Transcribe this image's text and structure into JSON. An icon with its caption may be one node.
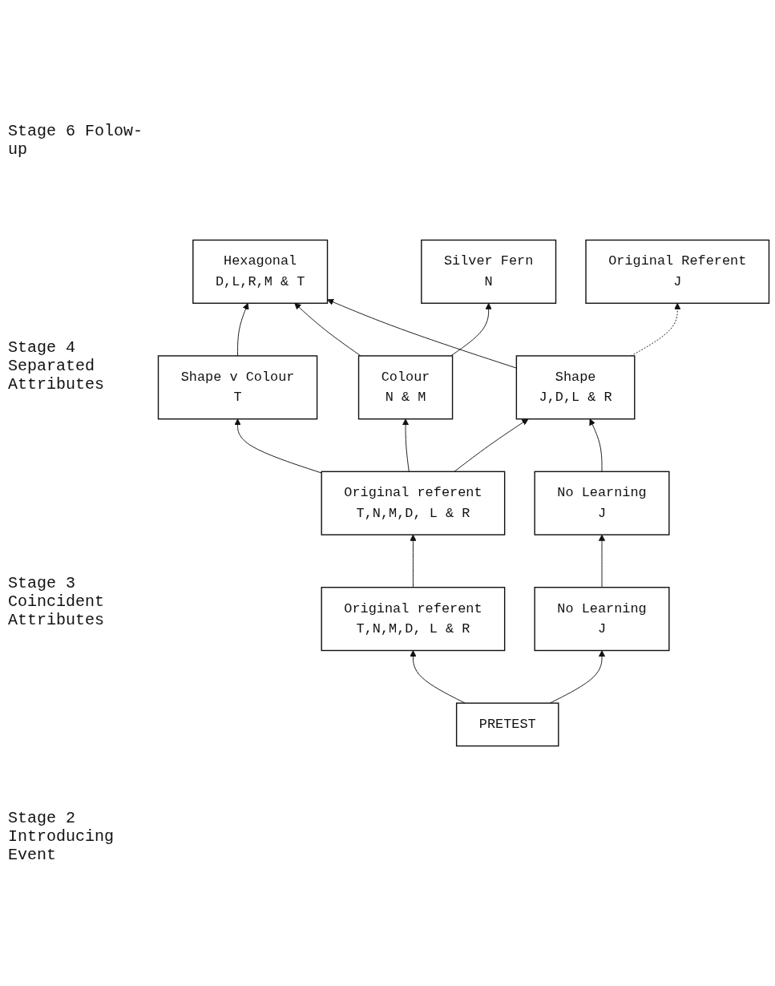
{
  "diagram": {
    "nodes": [
      {
        "text": [
          "Silver Fern",
          "N"
        ]
      },
      {
        "text": [
          "Original Referent",
          "J"
        ]
      },
      {
        "text": [
          "Hexagonal",
          "D,L,R,M & T"
        ]
      },
      {
        "text": [
          "Shape v Colour",
          "T"
        ]
      },
      {
        "text": [
          "Colour",
          "N & M"
        ]
      },
      {
        "text": [
          "Shape",
          "J,D,L & R"
        ]
      },
      {
        "text": [
          "Original referent",
          "T,N,M,D, L & R"
        ]
      },
      {
        "text": [
          "No Learning",
          "J"
        ]
      },
      {
        "text": [
          "Original referent",
          "T,N,M,D, L & R"
        ]
      },
      {
        "text": [
          "No Learning",
          "J"
        ]
      },
      {
        "text": [
          "PRETEST"
        ]
      }
    ],
    "edges": [
      {
        "from": 10,
        "to": 8,
        "arrow": "to"
      },
      {
        "from": 10,
        "to": 9,
        "arrow": "to"
      },
      {
        "from": 8,
        "to": 6,
        "arrow": "to"
      },
      {
        "from": 9,
        "to": 7,
        "arrow": "to"
      },
      {
        "from": 6,
        "to": 3,
        "arrow": "to"
      },
      {
        "from": 6,
        "to": 4,
        "arrow": "to"
      },
      {
        "from": 6,
        "to": 5,
        "arrow": "to"
      },
      {
        "from": 7,
        "to": 5,
        "arrow": "to"
      },
      {
        "from": 3,
        "to": 2,
        "arrow": "to"
      },
      {
        "from": 4,
        "to": 0,
        "arrow": "to"
      },
      {
        "from": 4,
        "to": 2,
        "arrow": "to"
      },
      {
        "from": 5,
        "to": 1,
        "arrow": "to",
        "style": "dashed"
      },
      {
        "from": 5,
        "to": 2,
        "arrow": "to"
      }
    ],
    "labels": [
      "Stage 6 Folow-up",
      "Stage 4 Separated Attributes",
      "Stage 3 Coincident Attributes",
      "Stage 2 Introducing Event"
    ]
  }
}
